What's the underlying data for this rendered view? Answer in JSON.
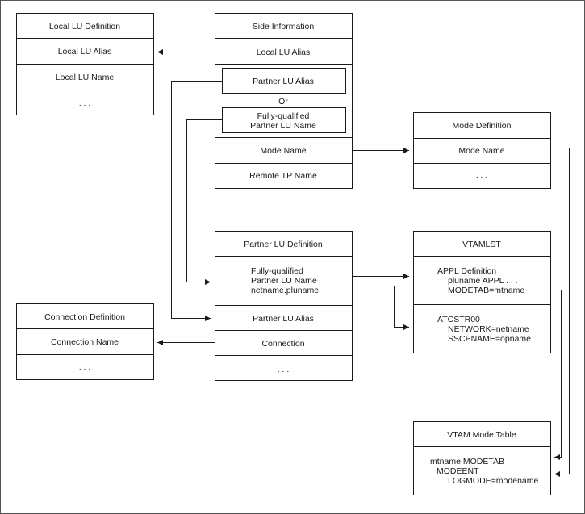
{
  "local_lu_definition": {
    "title": "Local LU Definition",
    "rows": [
      "Local LU Alias",
      "Local LU Name",
      ". . ."
    ]
  },
  "side_information": {
    "title": "Side Information",
    "local_lu_alias": "Local LU Alias",
    "partner_lu_alias": "Partner LU Alias",
    "or": "Or",
    "fq_line1": "Fully-qualified",
    "fq_line2": "Partner LU Name",
    "mode_name": "Mode Name",
    "remote_tp_name": "Remote TP Name"
  },
  "mode_definition": {
    "title": "Mode Definition",
    "rows": [
      "Mode Name",
      ". . ."
    ]
  },
  "partner_lu_definition": {
    "title": "Partner LU Definition",
    "fq_lines": [
      "Fully-qualified",
      "Partner LU Name",
      "netname.pluname"
    ],
    "rows": [
      "Partner LU Alias",
      "Connection",
      ". . ."
    ]
  },
  "vtamlst": {
    "title": "VTAMLST",
    "appl_lines": [
      "APPL Definition",
      "pluname APPL . . .",
      "MODETAB=mtname"
    ],
    "atcstr_lines": [
      "ATCSTR00",
      "NETWORK=netname",
      "SSCPNAME=opname"
    ]
  },
  "connection_definition": {
    "title": "Connection Definition",
    "rows": [
      "Connection Name",
      ". . ."
    ]
  },
  "vtam_mode_table": {
    "title": "VTAM Mode Table",
    "lines": [
      "mtname MODETAB",
      "MODEENT",
      "LOGMODE=modename"
    ]
  },
  "colors": {
    "line": "#1a1a1a",
    "frame": "#555555",
    "background": "#ffffff"
  }
}
